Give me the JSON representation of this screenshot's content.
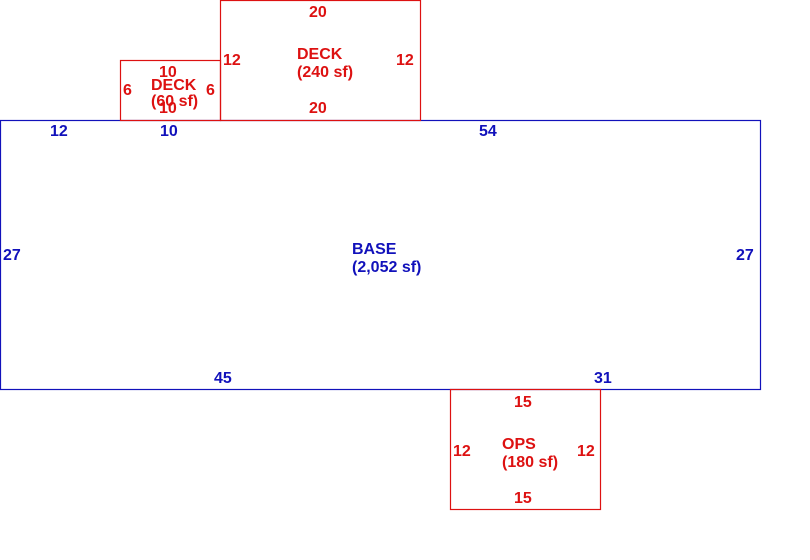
{
  "colors": {
    "addition": "#dd1111",
    "base": "#1111bb"
  },
  "base": {
    "name": "BASE",
    "area": "(2,052 sf)",
    "dims": {
      "top_left": "12",
      "top_mid": "10",
      "top_right": "54",
      "left": "27",
      "right": "27",
      "bottom_left": "45",
      "bottom_right": "31"
    }
  },
  "deck_large": {
    "name": "DECK",
    "area": "(240 sf)",
    "dims": {
      "top": "20",
      "bottom": "20",
      "left": "12",
      "right": "12"
    }
  },
  "deck_small": {
    "name": "DECK",
    "area": "(60 sf)",
    "dims": {
      "top": "10",
      "bottom": "10",
      "left": "6",
      "right": "6"
    }
  },
  "ops": {
    "name": "OPS",
    "area": "(180 sf)",
    "dims": {
      "top": "15",
      "bottom": "15",
      "left": "12",
      "right": "12"
    }
  }
}
